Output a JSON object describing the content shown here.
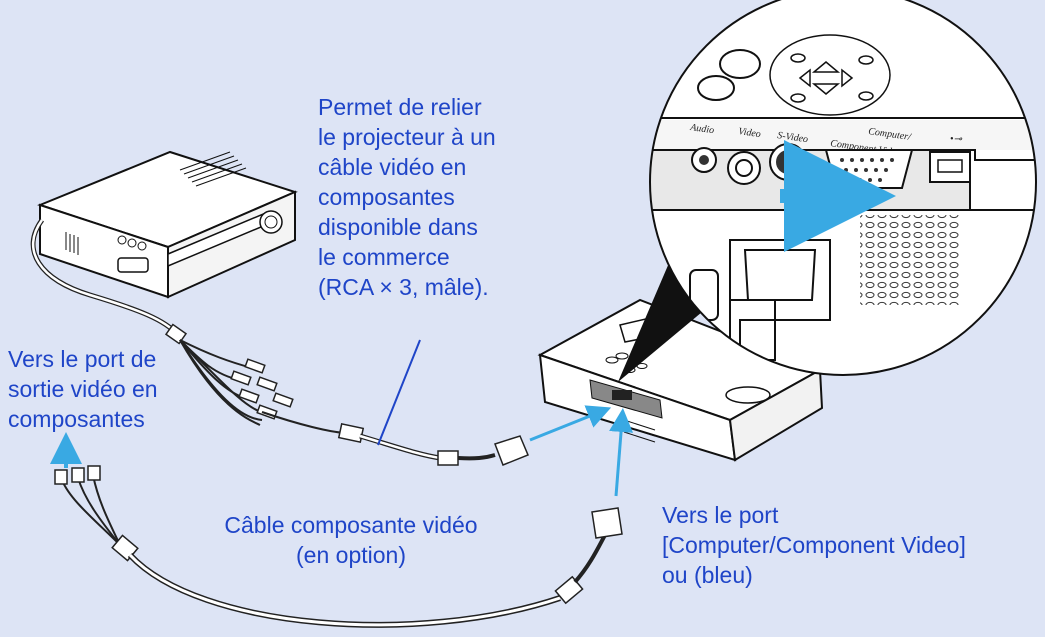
{
  "labels": {
    "permet": [
      "Permet de relier",
      "le projecteur à un",
      "câble vidéo en",
      "composantes",
      "disponible dans",
      "le commerce",
      "(RCA × 3, mâle)."
    ],
    "vers_port_sortie": [
      "Vers le port de",
      "sortie vidéo en",
      "composantes"
    ],
    "cable_option": [
      "Câble composante vidéo",
      "(en option)"
    ],
    "vers_port": [
      "Vers le port",
      "[Computer/Component Video]",
      "ou (bleu)"
    ]
  },
  "panel_labels": {
    "audio": "Audio",
    "video": "Video",
    "s_video": "S-Video",
    "computer_line1": "Computer/",
    "computer_line2": "Component Video"
  },
  "colors": {
    "background": "#dde4f5",
    "text_blue": "#1f45c8",
    "arrow_cyan": "#39a9e3"
  }
}
